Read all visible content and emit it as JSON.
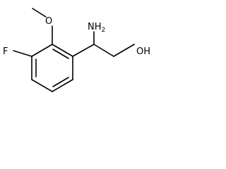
{
  "molecule": {
    "atoms": {
      "fluorine": "F",
      "methoxy_oxygen": "O",
      "amine": "NH",
      "amine_subscript": "2",
      "hydroxyl": "OH"
    }
  },
  "colors": {
    "bond": "#000000",
    "background": "#ffffff"
  }
}
